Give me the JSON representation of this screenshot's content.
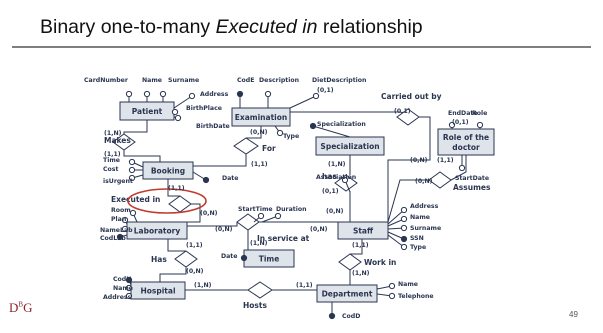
{
  "slide": {
    "title_prefix": "Binary one-to-many ",
    "title_italic": "Executed in",
    "title_suffix": " relationship",
    "page_number": "49",
    "logo_text": "DBG"
  },
  "colors": {
    "entity_fill": "#dfe3ea",
    "stroke": "#2a3550",
    "highlight": "#c0392b"
  },
  "entities": [
    {
      "id": "patient",
      "label": "Patient"
    },
    {
      "id": "examination",
      "label": "Examination"
    },
    {
      "id": "specialization",
      "label": "Specialization"
    },
    {
      "id": "role",
      "label": "Role of the doctor"
    },
    {
      "id": "booking",
      "label": "Booking"
    },
    {
      "id": "laboratory",
      "label": "Laboratory"
    },
    {
      "id": "staff",
      "label": "Staff"
    },
    {
      "id": "time",
      "label": "Time"
    },
    {
      "id": "hospital",
      "label": "Hospital"
    },
    {
      "id": "department",
      "label": "Department"
    }
  ],
  "relationships": [
    {
      "id": "makes",
      "label": "Makes"
    },
    {
      "id": "for",
      "label": "For"
    },
    {
      "id": "carried_out_by",
      "label": "Carried out by"
    },
    {
      "id": "has_spec",
      "label": "has"
    },
    {
      "id": "assumes",
      "label": "Assumes"
    },
    {
      "id": "executed_in",
      "label": "Executed in"
    },
    {
      "id": "in_service_at",
      "label": "In service at"
    },
    {
      "id": "has_hosp",
      "label": "Has"
    },
    {
      "id": "work_in",
      "label": "Work in"
    },
    {
      "id": "hosts",
      "label": "Hosts"
    }
  ],
  "attributes": [
    {
      "id": "cardnumber",
      "label": "CardNumber"
    },
    {
      "id": "name_p",
      "label": "Name"
    },
    {
      "id": "surname_p",
      "label": "Surname"
    },
    {
      "id": "address_p",
      "label": "Address"
    },
    {
      "id": "birthplace",
      "label": "BirthPlace"
    },
    {
      "id": "birthdate",
      "label": "BirthDate"
    },
    {
      "id": "code_e",
      "label": "CodE"
    },
    {
      "id": "description",
      "label": "Description"
    },
    {
      "id": "dietdescription",
      "label": "DietDescription"
    },
    {
      "id": "dietcard",
      "label": "(0,1)"
    },
    {
      "id": "type_e",
      "label": "Type"
    },
    {
      "id": "specialization_attr",
      "label": "Specialization"
    },
    {
      "id": "enddate",
      "label": "EndDate"
    },
    {
      "id": "role_attr",
      "label": "Role"
    },
    {
      "id": "enddate_card",
      "label": "(0,1)"
    },
    {
      "id": "startdate",
      "label": "StartDate"
    },
    {
      "id": "time_b",
      "label": "Time"
    },
    {
      "id": "cost_b",
      "label": "Cost"
    },
    {
      "id": "isurgent",
      "label": "isUrgent"
    },
    {
      "id": "date_b",
      "label": "Date"
    },
    {
      "id": "association",
      "label": "Association"
    },
    {
      "id": "assoc_card",
      "label": "(0,1)"
    },
    {
      "id": "room",
      "label": "Room"
    },
    {
      "id": "plan",
      "label": "Plan"
    },
    {
      "id": "namelab",
      "label": "NameLab"
    },
    {
      "id": "codlab",
      "label": "CodLab"
    },
    {
      "id": "starttime",
      "label": "StartTime"
    },
    {
      "id": "duration",
      "label": "Duration"
    },
    {
      "id": "date_t",
      "label": "Date"
    },
    {
      "id": "address_s",
      "label": "Address"
    },
    {
      "id": "name_s",
      "label": "Name"
    },
    {
      "id": "surname_s",
      "label": "Surname"
    },
    {
      "id": "ssn",
      "label": "SSN"
    },
    {
      "id": "type_s",
      "label": "Type"
    },
    {
      "id": "codh",
      "label": "CodH"
    },
    {
      "id": "name_h",
      "label": "Name"
    },
    {
      "id": "address_h",
      "label": "Address"
    },
    {
      "id": "name_d",
      "label": "Name"
    },
    {
      "id": "telephone",
      "label": "Telephone"
    },
    {
      "id": "codd",
      "label": "CodD"
    }
  ],
  "cardinalities": [
    {
      "id": "patient_makes",
      "label": "(1,N)"
    },
    {
      "id": "booking_makes",
      "label": "(1,1)"
    },
    {
      "id": "exam_for",
      "label": "(0,N)"
    },
    {
      "id": "booking_for",
      "label": "(1,1)"
    },
    {
      "id": "exam_carried",
      "label": "(0,1)"
    },
    {
      "id": "staff_carried",
      "label": "(0,N)"
    },
    {
      "id": "spec_has",
      "label": "(1,N)"
    },
    {
      "id": "staff_has",
      "label": "(0,N)"
    },
    {
      "id": "role_assumes",
      "label": "(1,1)"
    },
    {
      "id": "staff_assumes",
      "label": "(0,N)"
    },
    {
      "id": "booking_executed",
      "label": "(1,1)"
    },
    {
      "id": "lab_executed",
      "label": "(0,N)"
    },
    {
      "id": "lab_service",
      "label": "(0,N)"
    },
    {
      "id": "staff_service",
      "label": "(0,N)"
    },
    {
      "id": "time_service",
      "label": "(1,N)"
    },
    {
      "id": "lab_has",
      "label": "(1,1)"
    },
    {
      "id": "hosp_has",
      "label": "(0,N)"
    },
    {
      "id": "staff_work",
      "label": "(1,1)"
    },
    {
      "id": "dept_work",
      "label": "(1,N)"
    },
    {
      "id": "hosp_hosts",
      "label": "(1,N)"
    },
    {
      "id": "dept_hosts",
      "label": "(1,1)"
    }
  ]
}
